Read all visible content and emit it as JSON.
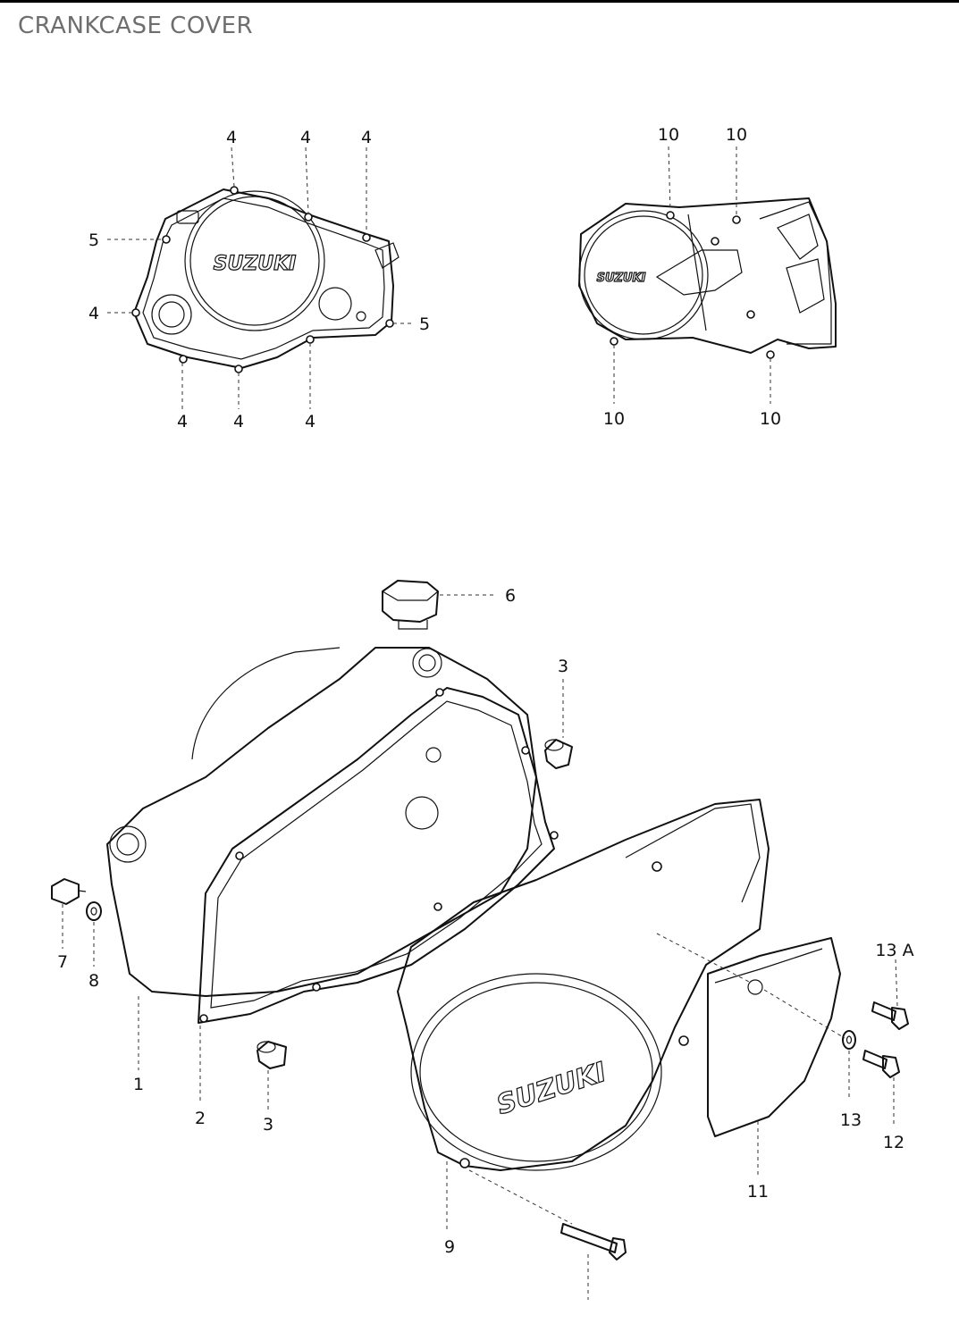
{
  "header": {
    "title": "CRANKCASE COVER"
  },
  "brand": {
    "logo_text": "SUZUKI"
  },
  "callouts": {
    "c1": "1",
    "c2": "2",
    "c3a": "3",
    "c3b": "3",
    "c4a": "4",
    "c4b": "4",
    "c4c": "4",
    "c4d": "4",
    "c4e": "4",
    "c4f": "4",
    "c4g": "4",
    "c5a": "5",
    "c5b": "5",
    "c6": "6",
    "c7": "7",
    "c8": "8",
    "c9": "9",
    "c10a": "10",
    "c10b": "10",
    "c10c": "10",
    "c10d": "10",
    "c11": "11",
    "c12": "12",
    "c13": "13",
    "c13a": "13 A"
  }
}
